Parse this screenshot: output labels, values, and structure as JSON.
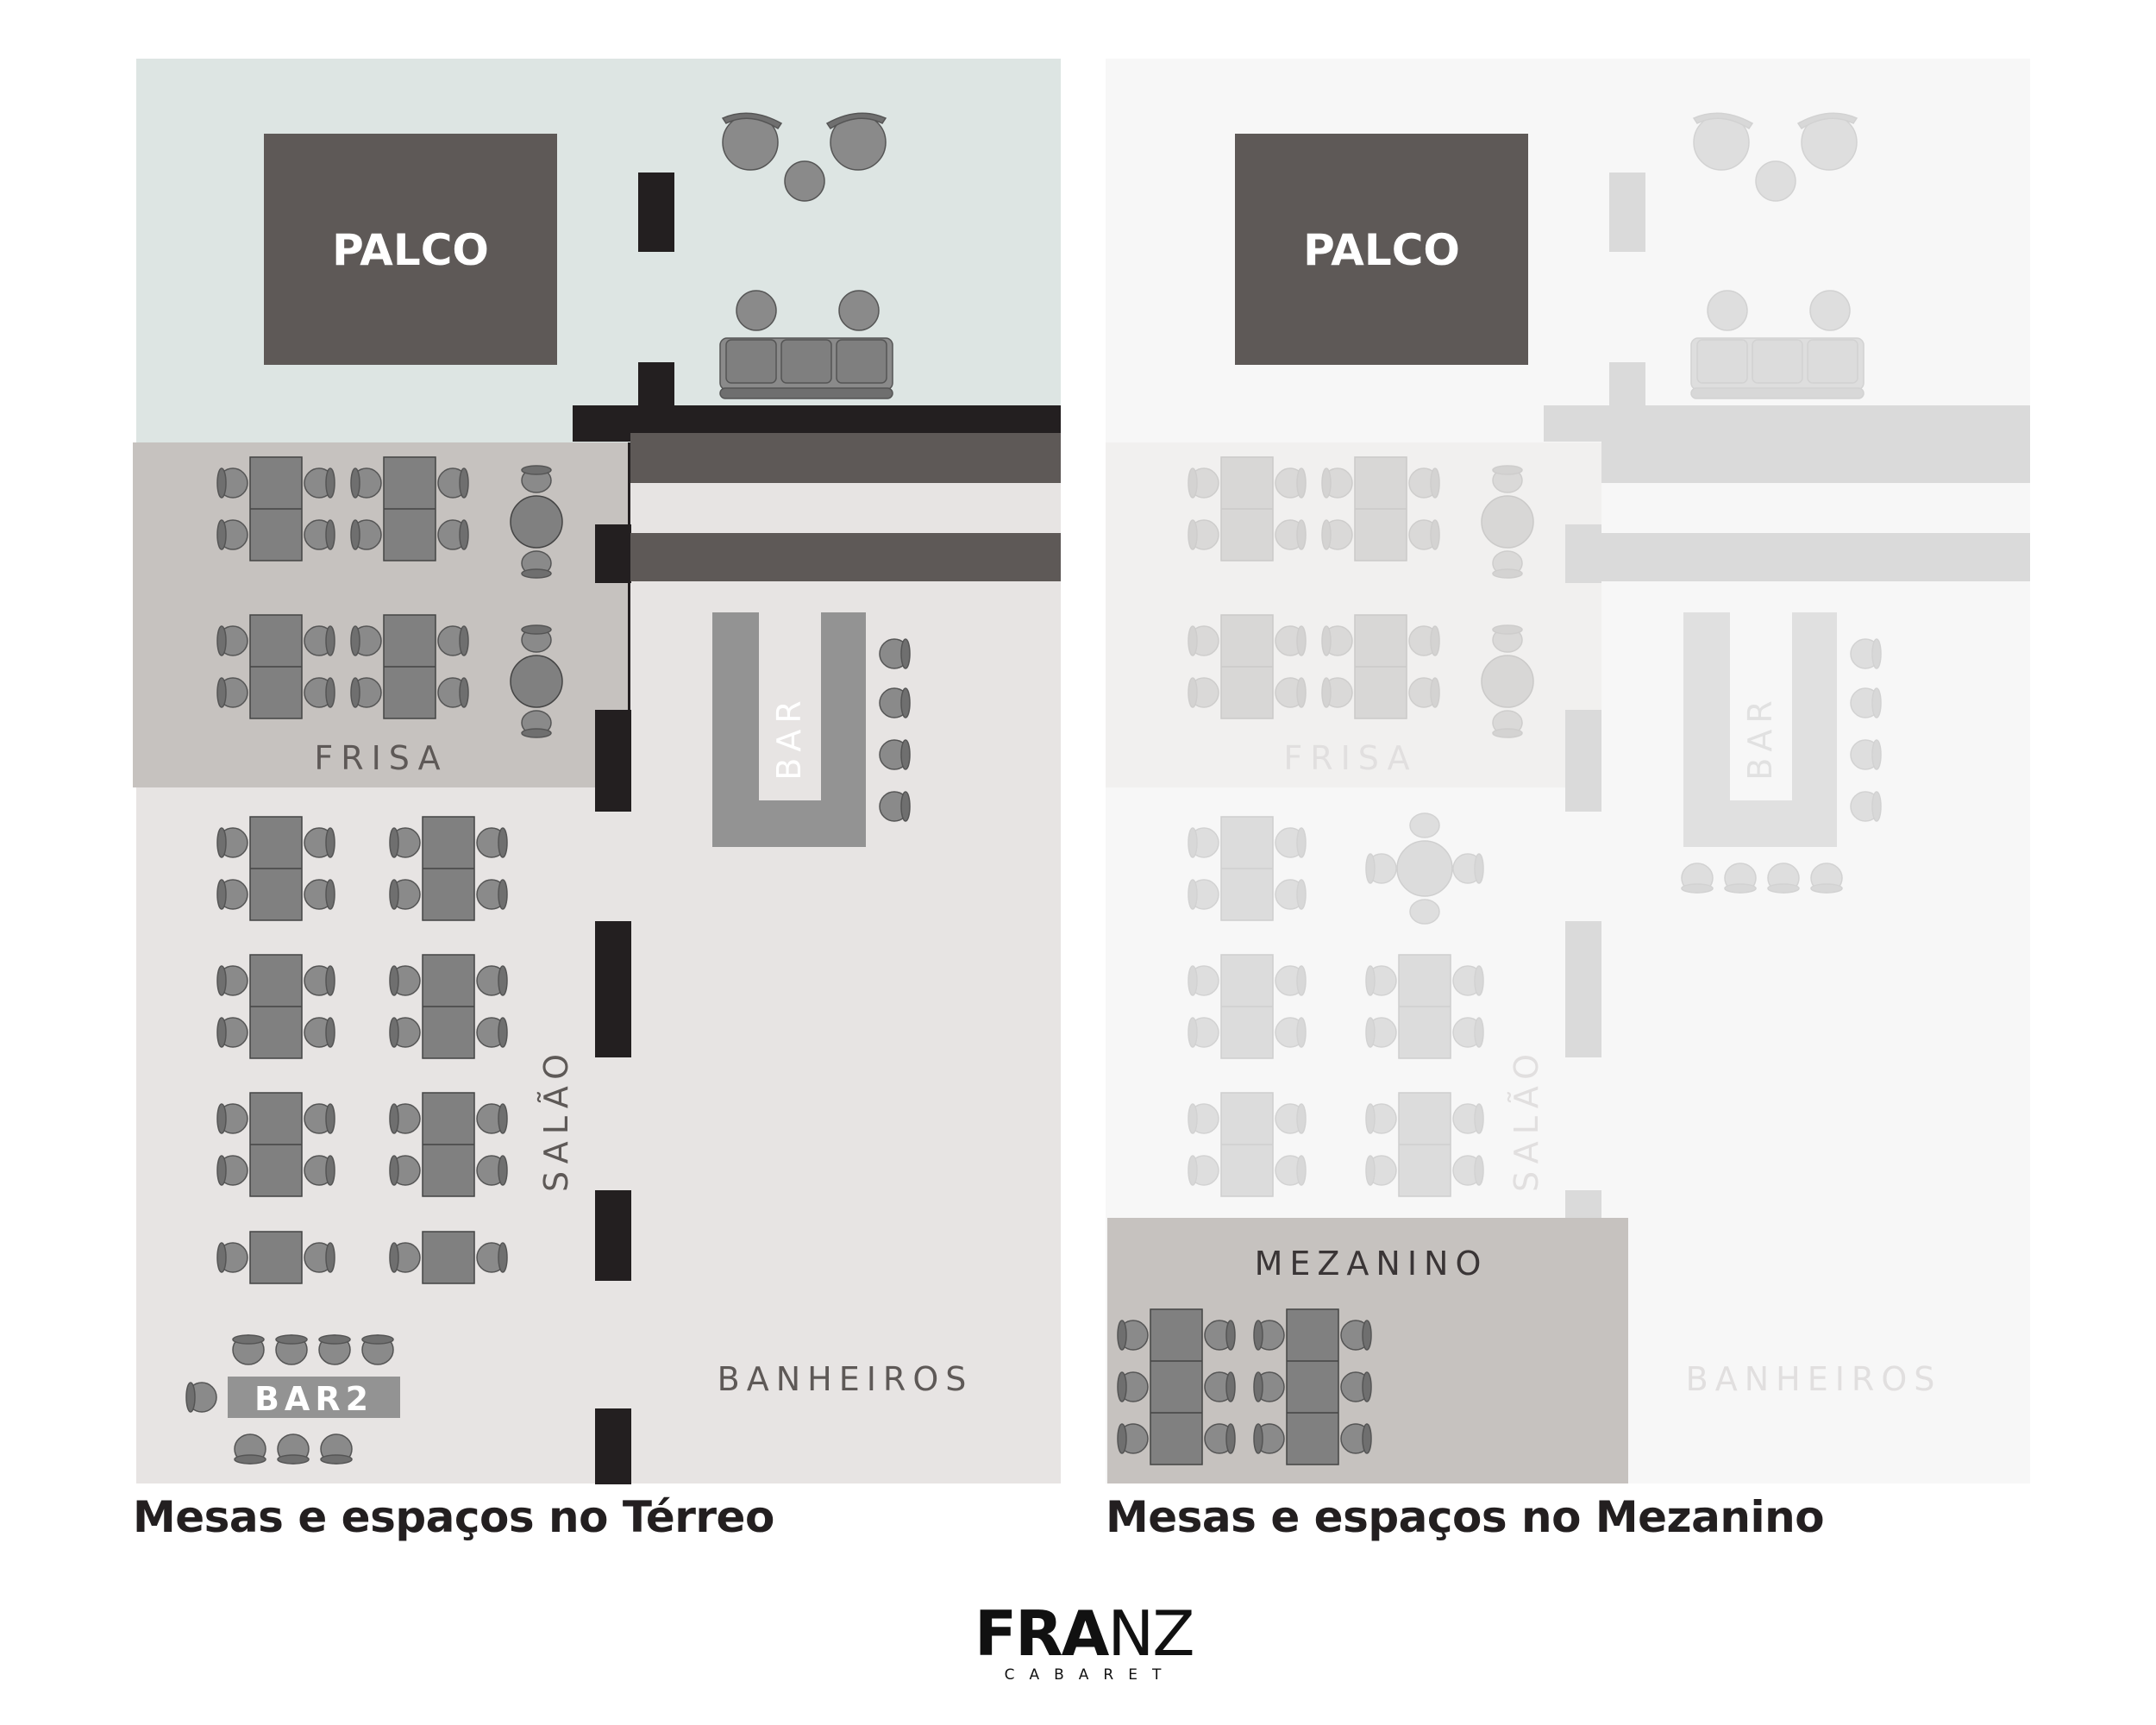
{
  "terreo": {
    "caption": "Mesas e espaços no Térreo",
    "labels": {
      "stage": "PALCO",
      "frisa": "FRISA",
      "bar": "BAR",
      "salao": "SALÃO",
      "bar2": "BAR2",
      "banheiros": "BANHEIROS"
    }
  },
  "mezanino": {
    "caption": "Mesas e espaços no Mezanino",
    "labels": {
      "stage": "PALCO",
      "frisa": "FRISA",
      "bar": "BAR",
      "salao": "SALÃO",
      "mezanino": "MEZANINO",
      "banheiros": "BANHEIROS"
    }
  },
  "logo": {
    "brand_bold": "FRA",
    "brand_light": "NZ",
    "subtitle": "CABARET"
  },
  "colors": {
    "stage": "#5e5957",
    "floor": "#e7e4e3",
    "frisa": "#c6c2bf",
    "stage_area": "#dde5e3",
    "wall": "#231f20",
    "table": "#808080",
    "bar": "#939393",
    "mezanino_area": "#c6c2bf"
  }
}
